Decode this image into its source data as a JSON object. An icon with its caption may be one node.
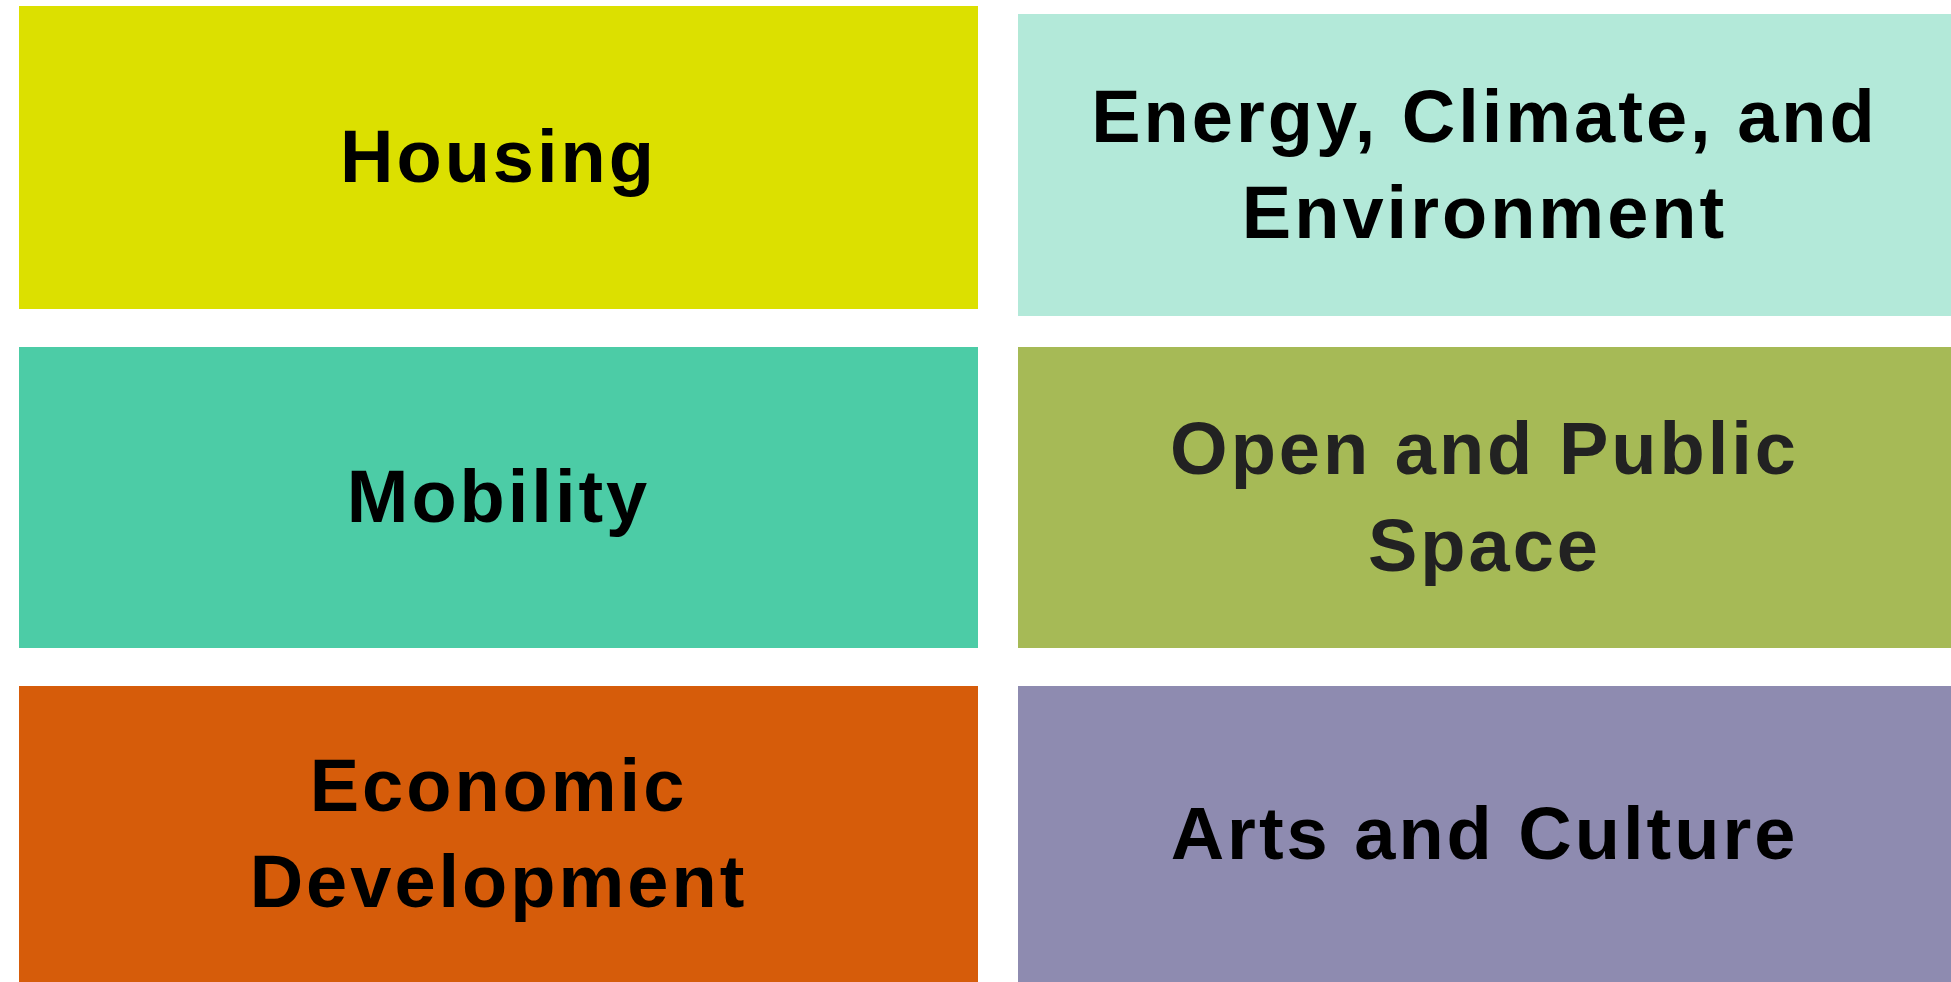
{
  "diagram": {
    "nodes": [
      {
        "text": [
          "Housing"
        ]
      },
      {
        "text": [
          "Energy, Climate, and Environment"
        ]
      },
      {
        "text": [
          "Mobility"
        ]
      },
      {
        "text": [
          "Open and Public Space"
        ]
      },
      {
        "text": [
          "Economic Development"
        ]
      },
      {
        "text": [
          "Arts and Culture"
        ]
      }
    ]
  }
}
